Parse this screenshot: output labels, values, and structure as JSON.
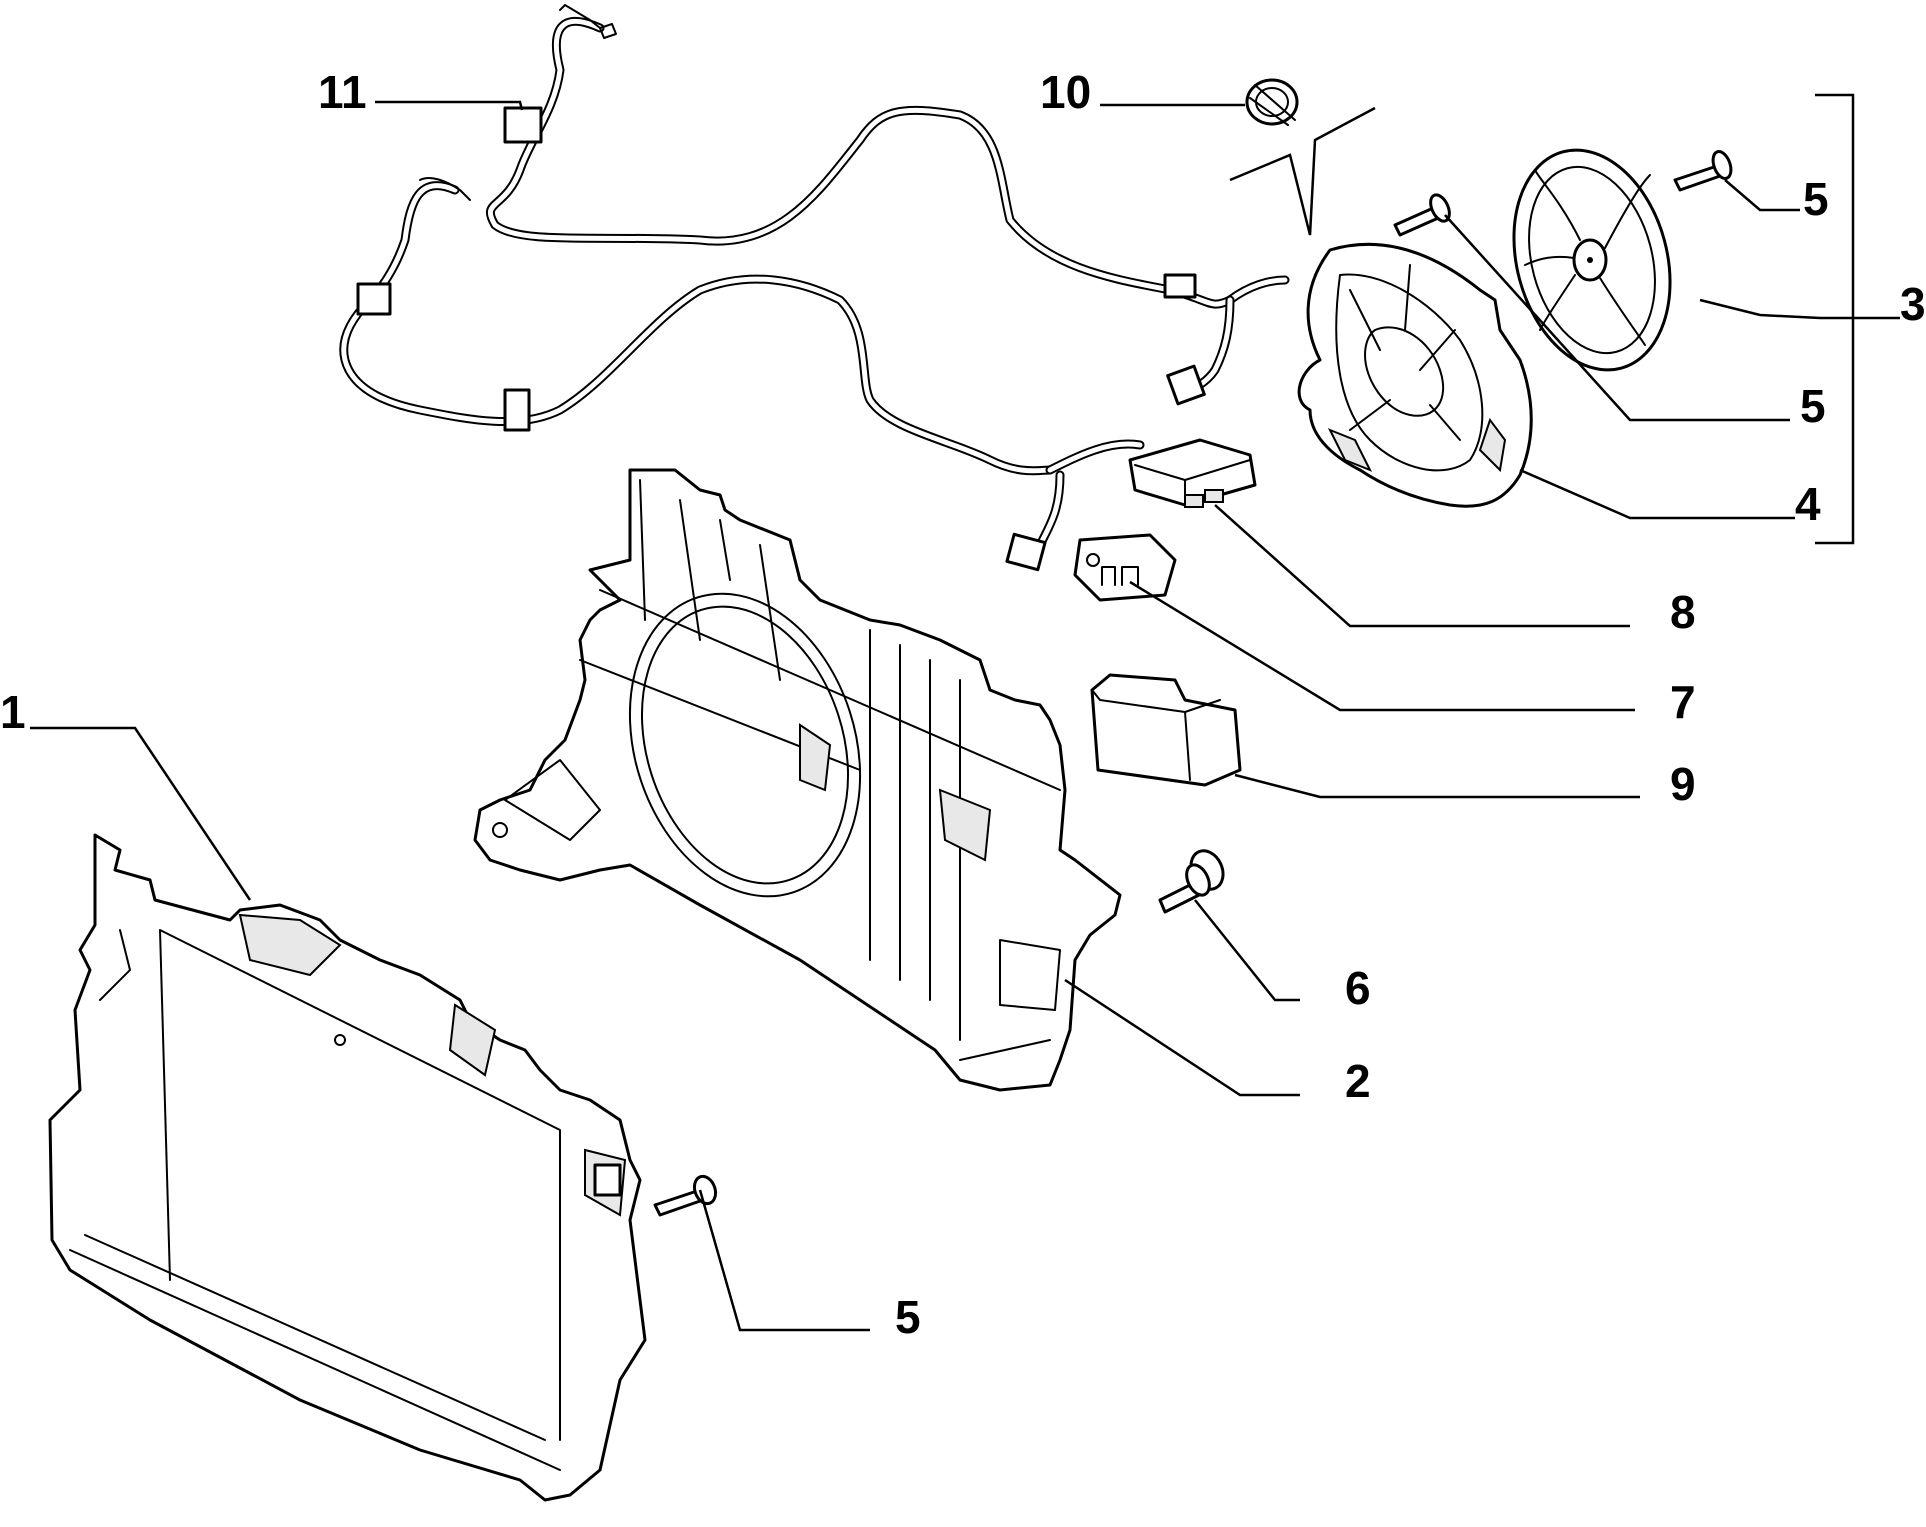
{
  "callouts": {
    "c1": "1",
    "c2": "2",
    "c3": "3",
    "c4": "4",
    "c5a": "5",
    "c5b": "5",
    "c5c": "5",
    "c6": "6",
    "c7": "7",
    "c8": "8",
    "c9": "9",
    "c10": "10",
    "c11": "11"
  },
  "colors": {
    "line": "#000000",
    "background": "#ffffff"
  }
}
